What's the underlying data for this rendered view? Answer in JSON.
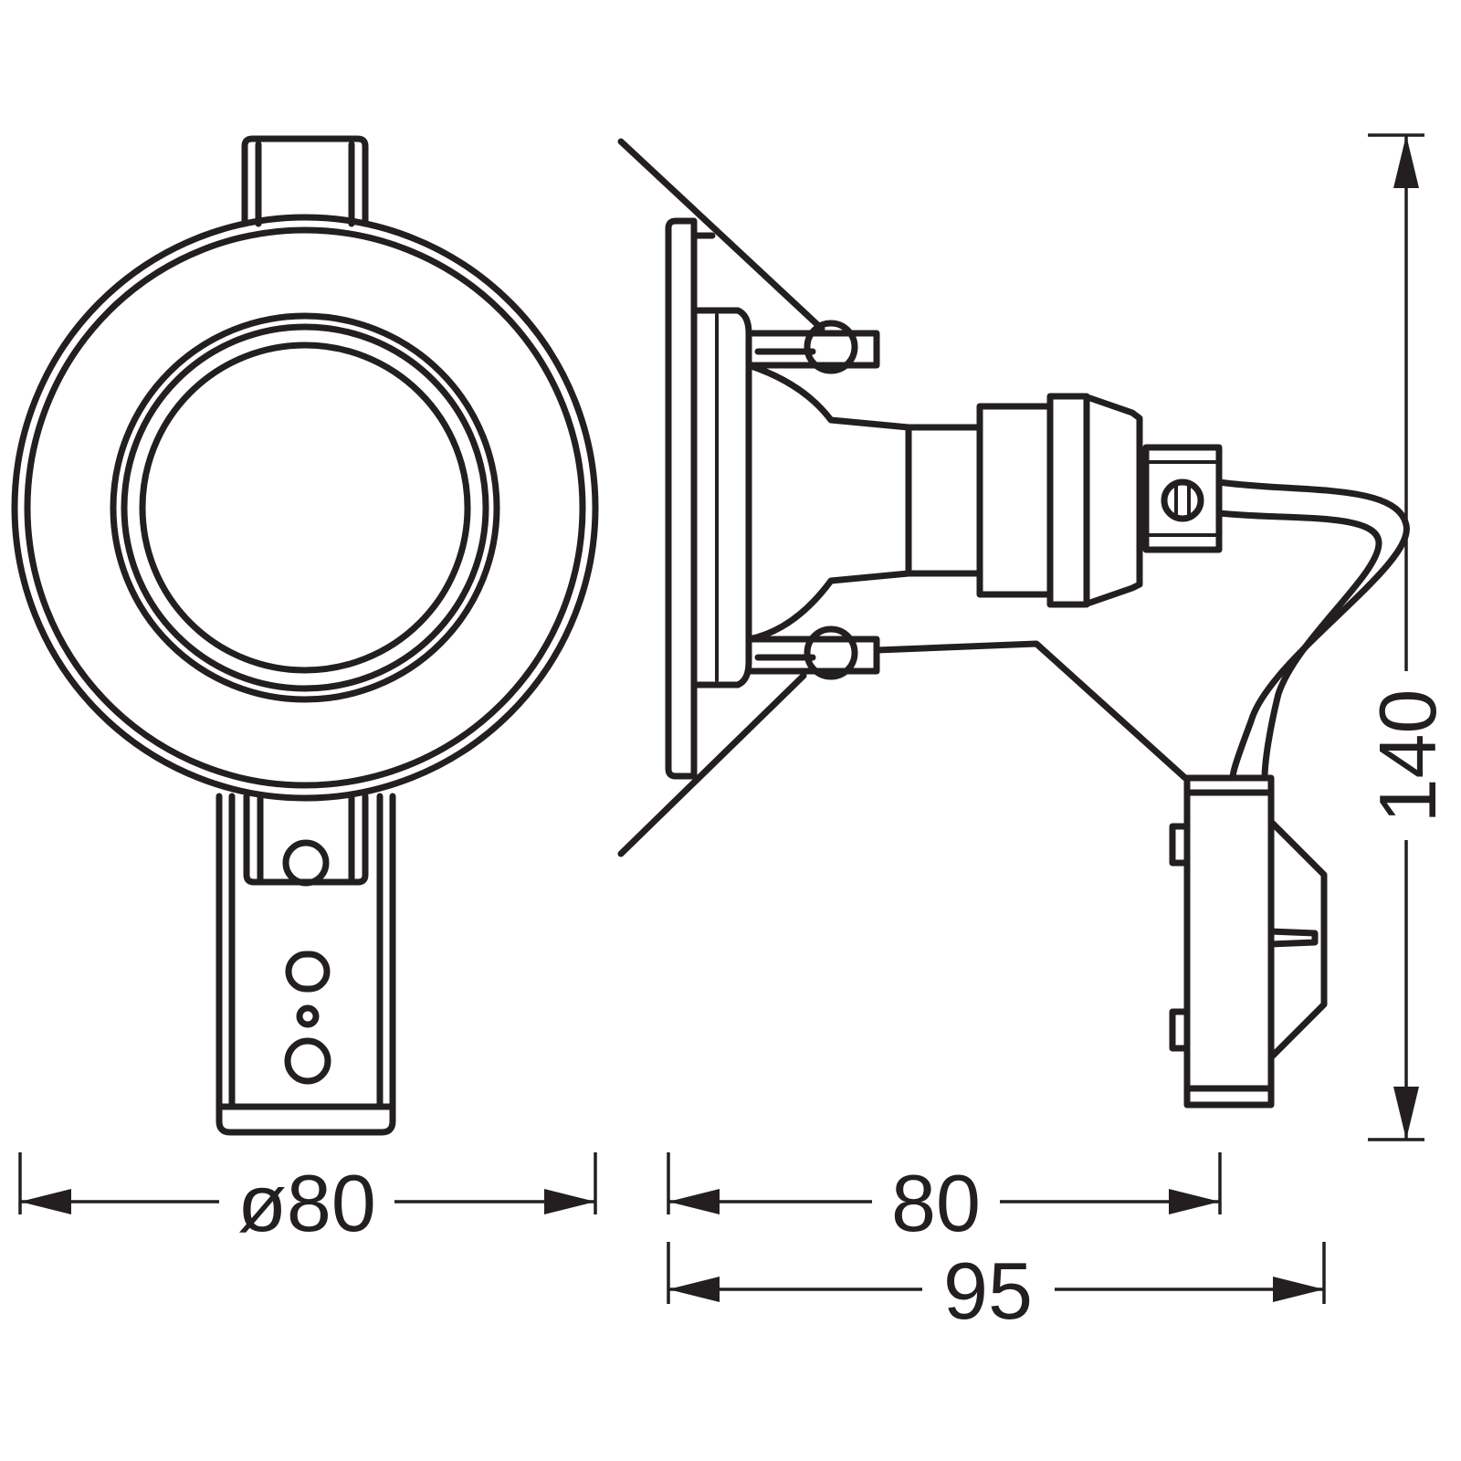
{
  "dimensions": {
    "diameter": "ø80",
    "depth_fixture": "80",
    "depth_total": "95",
    "height_total": "140"
  },
  "colors": {
    "line": "#231f20",
    "background": "#ffffff"
  }
}
